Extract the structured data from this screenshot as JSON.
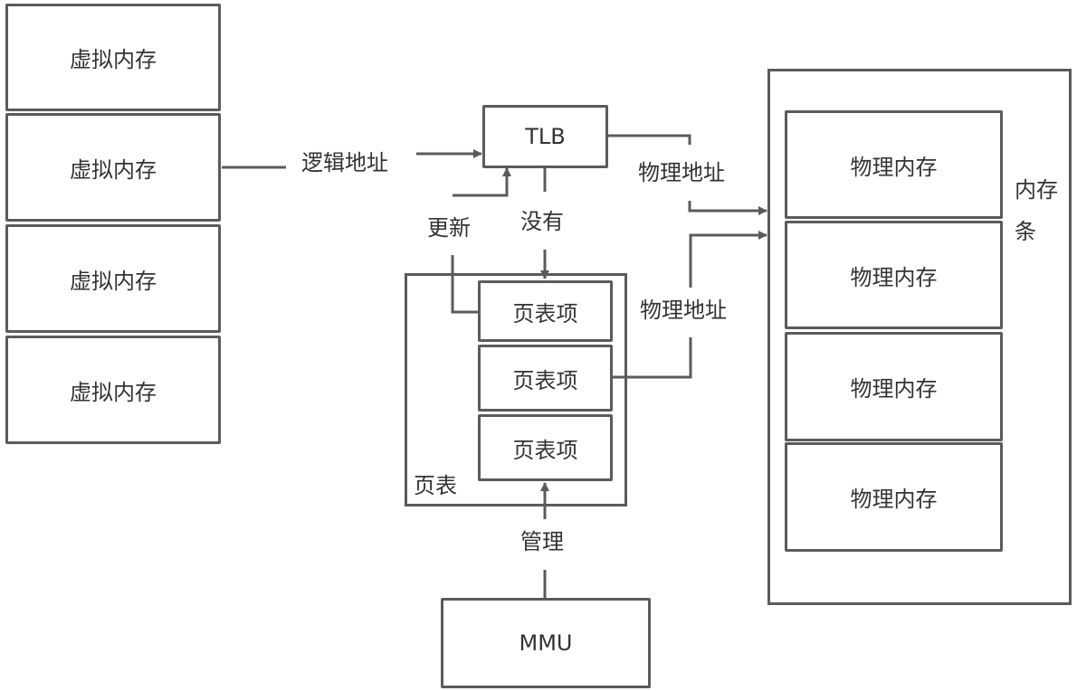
{
  "virtual_memory": [
    "虚拟内存",
    "虚拟内存",
    "虚拟内存",
    "虚拟内存"
  ],
  "physical_memory": [
    "物理内存",
    "物理内存",
    "物理内存",
    "物理内存"
  ],
  "memory_stick": {
    "line1": "内存",
    "line2": "条"
  },
  "tlb": "TLB",
  "mmu": "MMU",
  "page_table": {
    "label": "页表",
    "entries": [
      "页表项",
      "页表项",
      "页表项"
    ]
  },
  "edges": {
    "logical_address": "逻辑地址",
    "physical_address_top": "物理地址",
    "physical_address_bottom": "物理地址",
    "update": "更新",
    "miss": "没有",
    "manage": "管理"
  },
  "colors": {
    "line": "#5b5b5b",
    "text": "#333333"
  }
}
